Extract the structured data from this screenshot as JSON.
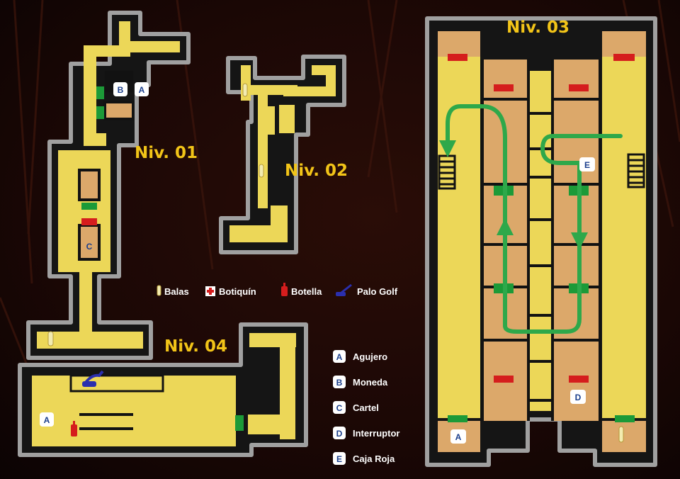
{
  "levels": [
    {
      "id": "01",
      "label": "Niv. 01"
    },
    {
      "id": "02",
      "label": "Niv. 02"
    },
    {
      "id": "03",
      "label": "Niv. 03"
    },
    {
      "id": "04",
      "label": "Niv. 04"
    }
  ],
  "item_legend": [
    {
      "key": "balas",
      "label": "Balas",
      "icon": "bullet-icon"
    },
    {
      "key": "botiquin",
      "label": "Botiquín",
      "icon": "medkit-icon"
    },
    {
      "key": "botella",
      "label": "Botella",
      "icon": "bottle-icon"
    },
    {
      "key": "palo_golf",
      "label": "Palo Golf",
      "icon": "golf-club-icon"
    }
  ],
  "marker_legend": [
    {
      "letter": "A",
      "label": "Agujero"
    },
    {
      "letter": "B",
      "label": "Moneda"
    },
    {
      "letter": "C",
      "label": "Cartel"
    },
    {
      "letter": "D",
      "label": "Interruptor"
    },
    {
      "letter": "E",
      "label": "Caja Roja"
    }
  ],
  "map_markers": {
    "n1_b": "B",
    "n1_a": "A",
    "n1_c": "C",
    "n3_e": "E",
    "n3_d": "D",
    "n3_a": "A",
    "n4_a": "A"
  },
  "colors": {
    "corridor": "#ecd758",
    "room": "#dca86a",
    "wall": "#121212",
    "outline": "#9a9a9a",
    "open_door": "#1c9a38",
    "locked_door": "#d51d1d",
    "route": "#2ea84a",
    "level_label": "#f2c418",
    "marker_text": "#1b3f8c"
  }
}
